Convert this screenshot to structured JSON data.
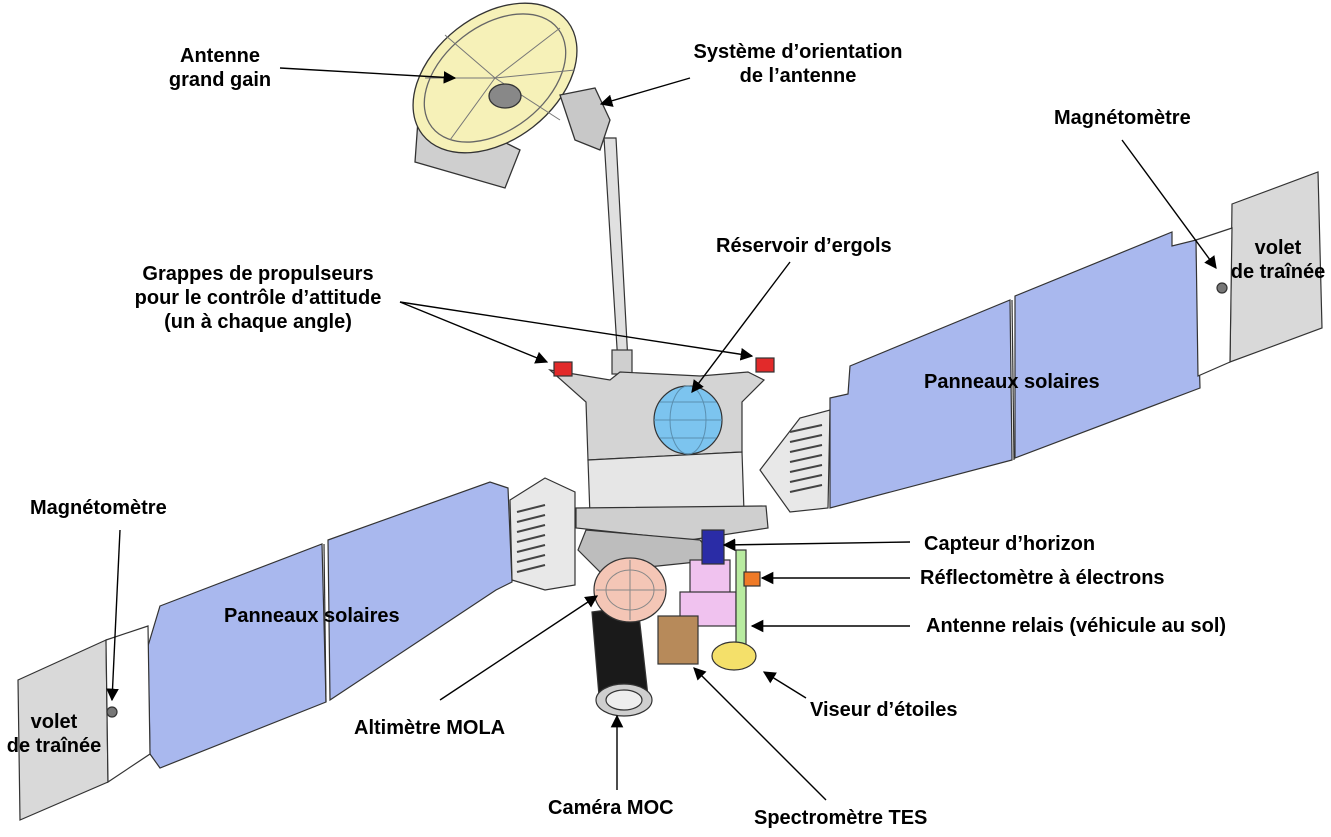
{
  "labels": {
    "antenne_grand_gain": [
      "Antenne",
      "grand gain"
    ],
    "systeme_orientation": [
      "Système d’orientation",
      "de l’antenne"
    ],
    "magnetometre_droite": "Magnétomètre",
    "volet_droite": [
      "volet",
      "de traînée"
    ],
    "reservoir": "Réservoir d’ergols",
    "grappes": [
      "Grappes de propulseurs",
      "pour le contrôle d’attitude",
      "(un à chaque angle)"
    ],
    "panneaux_droite": "Panneaux solaires",
    "magnetometre_gauche": "Magnétomètre",
    "panneaux_gauche": "Panneaux solaires",
    "volet_gauche": [
      "volet",
      "de traînée"
    ],
    "capteur_horizon": "Capteur d’horizon",
    "reflectometre": "Réflectomètre à électrons",
    "antenne_relais": "Antenne  relais (véhicule au sol)",
    "viseur": "Viseur d’étoiles",
    "altimetre": "Altimètre MOLA",
    "camera": "Caméra MOC",
    "spectrometre": "Spectromètre TES"
  },
  "colors": {
    "solar_panel": "#a9b8ee",
    "drag_flap": "#d9d9d9",
    "bus": "#d4d4d4",
    "antenna_dish": "#f6f1b8",
    "tank": "#7cc4ef",
    "mola": "#f4c6b6",
    "moc": "#1a1a1a",
    "tes": "#b78a5a",
    "horizon": "#2a2ca6",
    "reflectometer": "#ef7a27",
    "relay": "#b8eba0",
    "star_tracker": "#f4e06a",
    "instrument_pink": "#f0c2ef",
    "thruster": "#e22a2a"
  },
  "icons": [
    "spacecraft-illustration"
  ]
}
